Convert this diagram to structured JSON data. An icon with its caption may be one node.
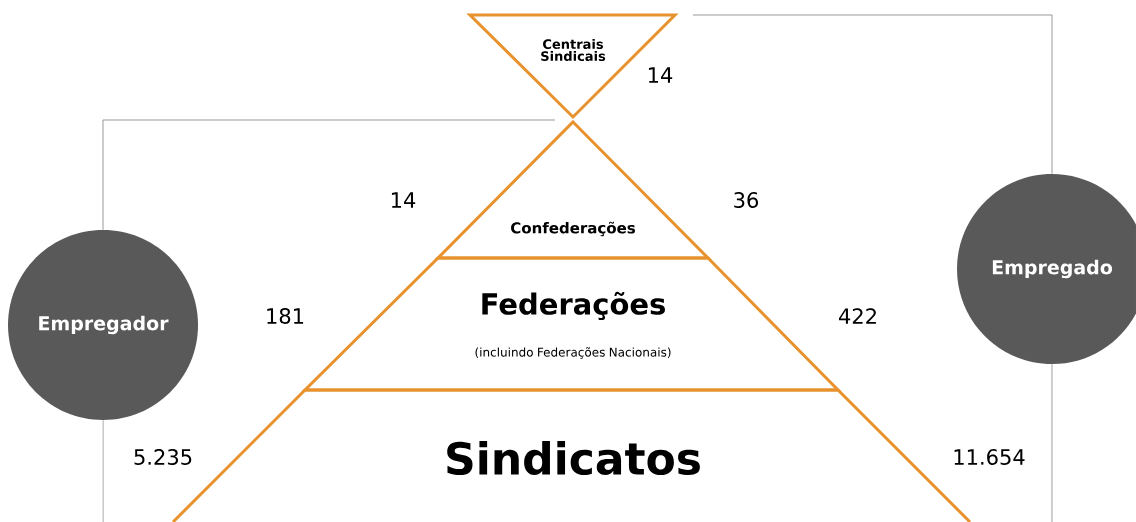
{
  "diagram": {
    "nodes": [
      {
        "text": [
          "Centrais Sindicais"
        ],
        "beside": [
          "14"
        ]
      },
      {
        "text": [
          "Confederações"
        ]
      },
      {
        "text": [
          "Federações",
          "(incluindo Federações Nacionais)"
        ]
      },
      {
        "text": [
          "Sindicatos"
        ]
      },
      {
        "text": [
          "Empregador"
        ]
      },
      {
        "text": [
          "Empregado"
        ]
      }
    ],
    "edges": [
      {
        "from": 4,
        "to": 1,
        "arrow": "none"
      },
      {
        "from": 5,
        "to": 0,
        "arrow": "none"
      },
      {
        "from": 4,
        "to": null,
        "arrow": "none"
      },
      {
        "from": 5,
        "to": null,
        "arrow": "none"
      }
    ],
    "labels": [
      "14",
      "36",
      "181",
      "422",
      "5.235",
      "11.654"
    ]
  }
}
